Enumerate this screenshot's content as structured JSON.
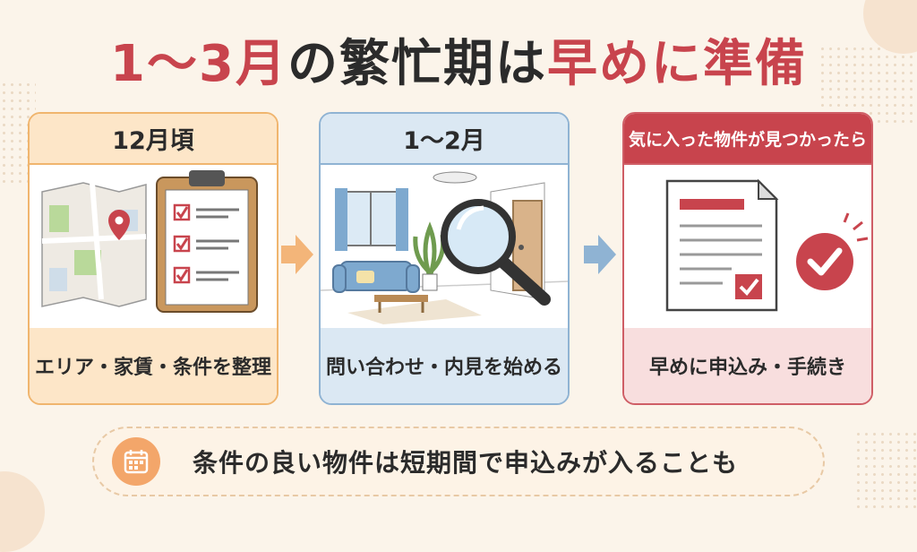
{
  "title": {
    "part1": "1～3月",
    "part2": "の繁忙期は",
    "part3": "早めに準備"
  },
  "steps": [
    {
      "header": "12月頃",
      "caption": "エリア・家賃・条件を整理",
      "icon": "map-and-checklist-illustration"
    },
    {
      "header": "1～2月",
      "caption": "問い合わせ・内見を始める",
      "icon": "room-with-magnifier-illustration"
    },
    {
      "header": "気に入った物件が見つかったら",
      "caption": "早めに申込み・手続き",
      "icon": "document-with-check-illustration"
    }
  ],
  "note": {
    "text": "条件の良い物件は短期間で申込みが入ることも",
    "icon": "calendar-icon"
  },
  "colors": {
    "accent_red": "#c8444d",
    "orange": "#f0b56e",
    "blue": "#8fb3d3",
    "background": "#fbf4ea"
  }
}
